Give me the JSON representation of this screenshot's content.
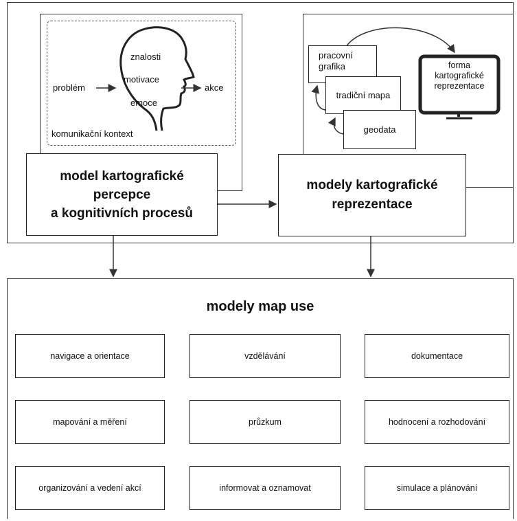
{
  "top": {
    "perception": {
      "head_labels": {
        "knowledge": "znalosti",
        "motivation": "motivace",
        "emotion": "emoce"
      },
      "input": "problém",
      "output": "akce",
      "context": "komunikační kontext",
      "title_lines": [
        "model kartografické",
        "percepce",
        "a kognitivních procesů"
      ]
    },
    "representation": {
      "stack": {
        "work_graphics": "pracovní\ngrafika",
        "traditional_map": "tradiční mapa",
        "geodata": "geodata"
      },
      "screen_text": "forma\nkartografické\nreprezentace",
      "title_lines": [
        "modely kartografické",
        "reprezentace"
      ]
    }
  },
  "map_use": {
    "title": "modely map use",
    "items": [
      "navigace  a orientace",
      "vzdělávání",
      "dokumentace",
      "mapování a měření",
      "průzkum",
      "hodnocení a rozhodování",
      "organizování a vedení akcí",
      "informovat a oznamovat",
      "simulace a plánování"
    ]
  }
}
